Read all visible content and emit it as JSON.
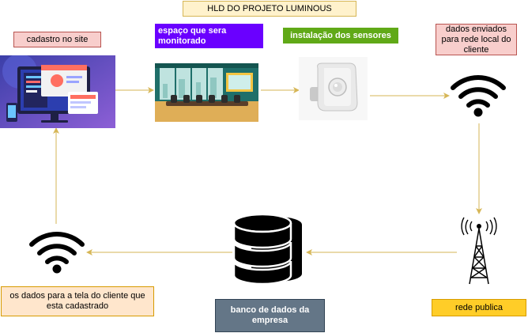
{
  "title": "HLD DO PROJETO LUMINOUS",
  "labels": {
    "cadastro": "cadastro no site",
    "espaco": "espaço que sera monitorado",
    "instalacao": "instalação dos sensores",
    "dados_enviados": "dados enviados para rede local do cliente",
    "rede_publica": "rede publica",
    "banco": "banco de dados da empresa",
    "tela_cliente": "os dados para a tela do cliente que esta cadastrado"
  },
  "icons": {
    "website": "website-illustration-icon",
    "room": "meeting-room-illustration-icon",
    "sensor": "motion-sensor-icon",
    "wifi_right": "wifi-icon",
    "tower": "radio-tower-icon",
    "database": "database-icon",
    "wifi_left": "wifi-icon"
  },
  "colors": {
    "connector": "#d6b656",
    "title_fill": "#fff2cc",
    "cadastro_fill": "#f8cecc",
    "espaco_fill": "#6a00ff",
    "instalacao_fill": "#60a917",
    "dados_fill": "#f8cecc",
    "rede_fill": "#ffcd28",
    "banco_fill": "#647687",
    "tela_fill": "#ffe6cc"
  }
}
